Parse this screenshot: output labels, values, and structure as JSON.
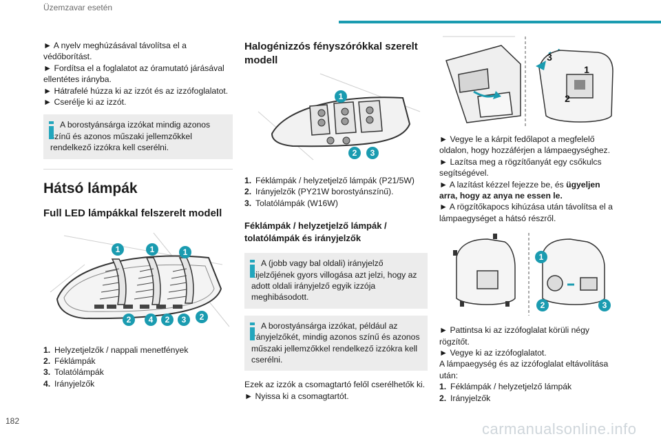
{
  "header": {
    "title": "Üzemzavar esetén"
  },
  "page_number": "182",
  "watermark": "carmanualsonline.info",
  "col1": {
    "p1": "► A nyelv meghúzásával távolítsa el a védőborítást.",
    "p2": "► Fordítsa el a foglalatot az óramutató járásával ellentétes irányba.",
    "p3": "► Hátrafelé húzza ki az izzót és az izzófoglalatot.",
    "p4": "► Cserélje ki az izzót.",
    "note": "A borostyánsárga izzókat mindig azonos színű és azonos műszaki jellemzőkkel rendelkező izzókra kell cserélni.",
    "h_rear": "Hátsó lámpák",
    "h_fullled": "Full LED lámpákkal felszerelt modell",
    "list": [
      {
        "n": "1.",
        "t": "Helyzetjelzők / nappali menetfények"
      },
      {
        "n": "2.",
        "t": "Féklámpák"
      },
      {
        "n": "3.",
        "t": "Tolatólámpák"
      },
      {
        "n": "4.",
        "t": "Irányjelzők"
      }
    ],
    "fig_labels": [
      "1",
      "1",
      "1",
      "2",
      "4",
      "2",
      "3",
      "2"
    ]
  },
  "col2": {
    "h_halogen": "Halogénizzós fényszórókkal szerelt modell",
    "fig_labels": [
      "1",
      "2",
      "3"
    ],
    "list": [
      {
        "n": "1.",
        "t": "Féklámpák / helyzetjelző lámpák (P21/5W)"
      },
      {
        "n": "2.",
        "t": "Irányjelzők (PY21W borostyánszínű)."
      },
      {
        "n": "3.",
        "t": "Tolatólámpák (W16W)"
      }
    ],
    "h_brake": "Féklámpák / helyzetjelző lámpák / tolatólámpák és irányjelzők",
    "note1": "A (jobb vagy bal oldali) irányjelző kijelzőjének gyors villogása azt jelzi, hogy az adott oldali irányjelző egyik izzója meghibásodott.",
    "note2": "A borostyánsárga izzókat, például az irányjelzőkét, mindig azonos színű és azonos műszaki jellemzőkkel rendelkező izzókra kell cserélni.",
    "p1": "Ezek az izzók a csomagtartó felől cserélhetők ki.",
    "p2": "► Nyissa ki a csomagtartót."
  },
  "col3": {
    "fig1_labels": [
      "3",
      "1",
      "2"
    ],
    "p1": "► Vegye le a kárpit fedőlapot a megfelelő oldalon, hogy hozzáférjen a lámpaegységhez.",
    "p2": "► Lazítsa meg a rögzítőanyát egy csőkulcs segítségével.",
    "p3a": "► A lazítást kézzel fejezze be, és ",
    "p3b": "ügyeljen arra, hogy az anya ne essen le.",
    "p4": "► A rögzítőkapocs kihúzása után távolítsa el a lámpaegységet a hátsó részről.",
    "fig2_labels": [
      "1",
      "2",
      "3"
    ],
    "p5": "► Pattintsa ki az izzófoglalat körüli négy rögzítőt.",
    "p6": "► Vegye ki az izzófoglalatot.",
    "p7": "A lámpaegység és az izzófoglalat eltávolítása után:",
    "list": [
      {
        "n": "1.",
        "t": "Féklámpák / helyzetjelző lámpák"
      },
      {
        "n": "2.",
        "t": "Irányjelzők"
      }
    ]
  },
  "colors": {
    "accent": "#1a9bb0",
    "note_bg": "#ececec",
    "info_icon": "#23a6bd"
  }
}
